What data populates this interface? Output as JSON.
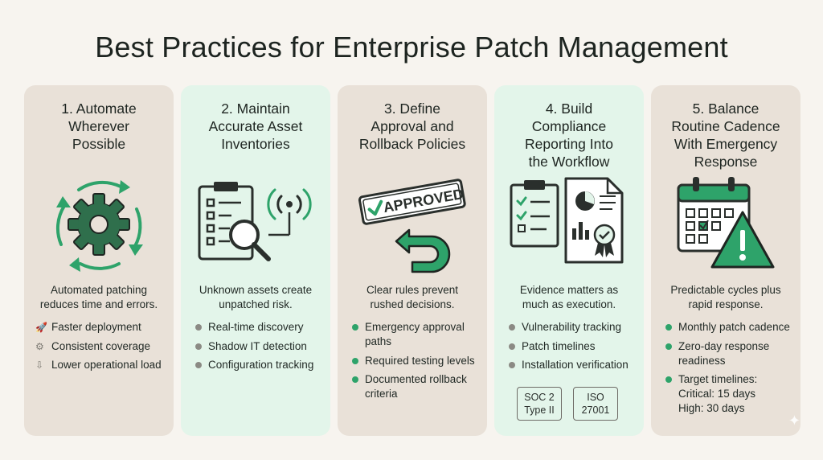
{
  "page_title": "Best Practices for Enterprise Patch Management",
  "colors": {
    "accent_green": "#2ea36a",
    "tan_card": "#e9e1d8",
    "mint_card": "#e3f5ea",
    "dark": "#2a2f2c"
  },
  "cards": [
    {
      "title": "1. Automate\nWherever\nPossible",
      "icon": "automation-gear-cycle-icon",
      "summary": "Automated patching\nreduces time and errors.",
      "points": [
        {
          "icon": "rocket-icon",
          "text": "Faster deployment"
        },
        {
          "icon": "coverage-icon",
          "text": "Consistent coverage"
        },
        {
          "icon": "load-icon",
          "text": "Lower operational load"
        }
      ]
    },
    {
      "title": "2. Maintain\nAccurate Asset\nInventories",
      "icon": "clipboard-magnifier-signal-icon",
      "summary": "Unknown assets create\nunpatched risk.",
      "points": [
        {
          "text": "Real-time discovery"
        },
        {
          "text": "Shadow IT detection"
        },
        {
          "text": "Configuration tracking"
        }
      ]
    },
    {
      "title": "3. Define\nApproval and\nRollback Policies",
      "icon": "approved-stamp-undo-arrow-icon",
      "stamp_text": "APPROVED",
      "summary": "Clear rules prevent\nrushed decisions.",
      "points": [
        {
          "text": "Emergency approval\npaths"
        },
        {
          "text": "Required testing levels"
        },
        {
          "text": "Documented rollback\ncriteria"
        }
      ]
    },
    {
      "title": "4. Build\nCompliance\nReporting Into\nthe Workflow",
      "icon": "checklist-report-certificate-icon",
      "summary": "Evidence matters as\nmuch as execution.",
      "points": [
        {
          "text": "Vulnerability tracking"
        },
        {
          "text": "Patch timelines"
        },
        {
          "text": "Installation verification"
        }
      ],
      "badges": [
        "SOC 2\nType II",
        "ISO\n27001"
      ]
    },
    {
      "title": "5. Balance\nRoutine Cadence\nWith Emergency\nResponse",
      "icon": "calendar-warning-icon",
      "summary": "Predictable cycles plus\nrapid response.",
      "points": [
        {
          "text": "Monthly patch cadence"
        },
        {
          "text": "Zero-day response\nreadiness"
        },
        {
          "text": "Target timelines:\nCritical: 15 days\nHigh: 30 days"
        }
      ]
    }
  ]
}
